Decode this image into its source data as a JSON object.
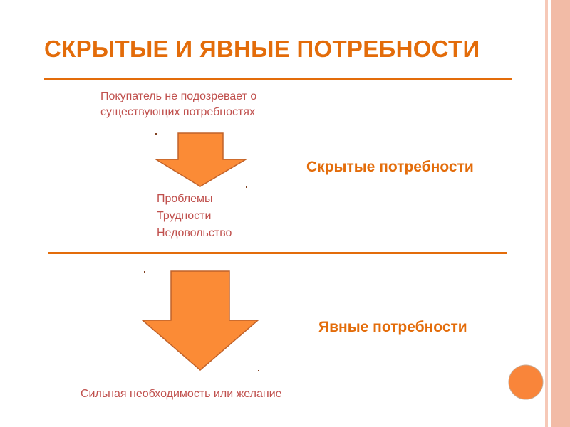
{
  "title": "СКРЫТЫЕ И ЯВНЫЕ ПОТРЕБНОСТИ",
  "top_text": [
    "Покупатель не подозревает о",
    "существующих потребностях"
  ],
  "problems": [
    "Проблемы",
    "Трудности",
    "Недовольство"
  ],
  "hidden_label": "Скрытые потребности",
  "explicit_label": "Явные потребности",
  "bottom_text": "Сильная необходимость или желание",
  "colors": {
    "accent": "#e36c0a",
    "arrow": "#fb8b36",
    "text": "#c0504d"
  }
}
